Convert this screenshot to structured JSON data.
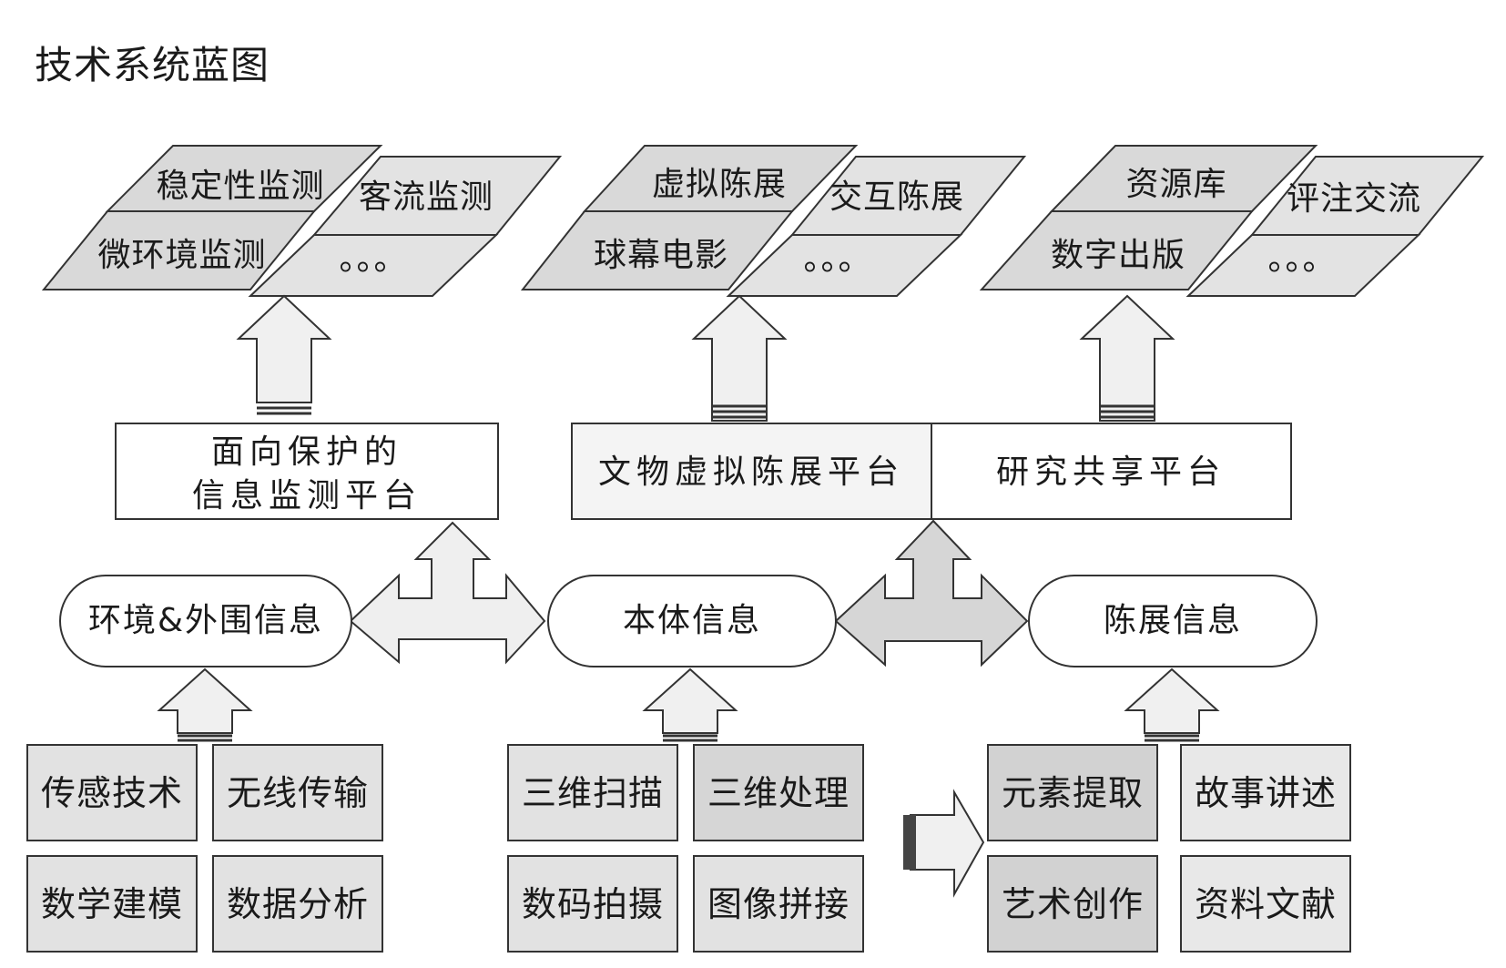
{
  "title": "技术系统蓝图",
  "colors": {
    "panel_fill": "#d9d9d9",
    "box_fill": "#ffffff",
    "tech_fill": "#e2e2e2",
    "arrow_fill": "#f0f0f0",
    "line": "#333333"
  },
  "applications": [
    {
      "cells": [
        "稳定性监测",
        "客流监测",
        "微环境监测",
        "。。。"
      ]
    },
    {
      "cells": [
        "虚拟陈展",
        "交互陈展",
        "球幕电影",
        "。。。"
      ]
    },
    {
      "cells": [
        "资源库",
        "评注交流",
        "数字出版",
        "。。。"
      ]
    }
  ],
  "platforms": {
    "monitoring": [
      "面向保护的",
      "信息监测平台"
    ],
    "virtual": "文物虚拟陈展平台",
    "research": "研究共享平台"
  },
  "info": {
    "environment": "环境&外围信息",
    "ontology": "本体信息",
    "exhibition": "陈展信息"
  },
  "tech_groups": [
    {
      "items": [
        "传感技术",
        "无线传输",
        "数学建模",
        "数据分析"
      ]
    },
    {
      "items": [
        "三维扫描",
        "三维处理",
        "数码拍摄",
        "图像拼接"
      ]
    },
    {
      "items": [
        "元素提取",
        "故事讲述",
        "艺术创作",
        "资料文献"
      ]
    }
  ]
}
